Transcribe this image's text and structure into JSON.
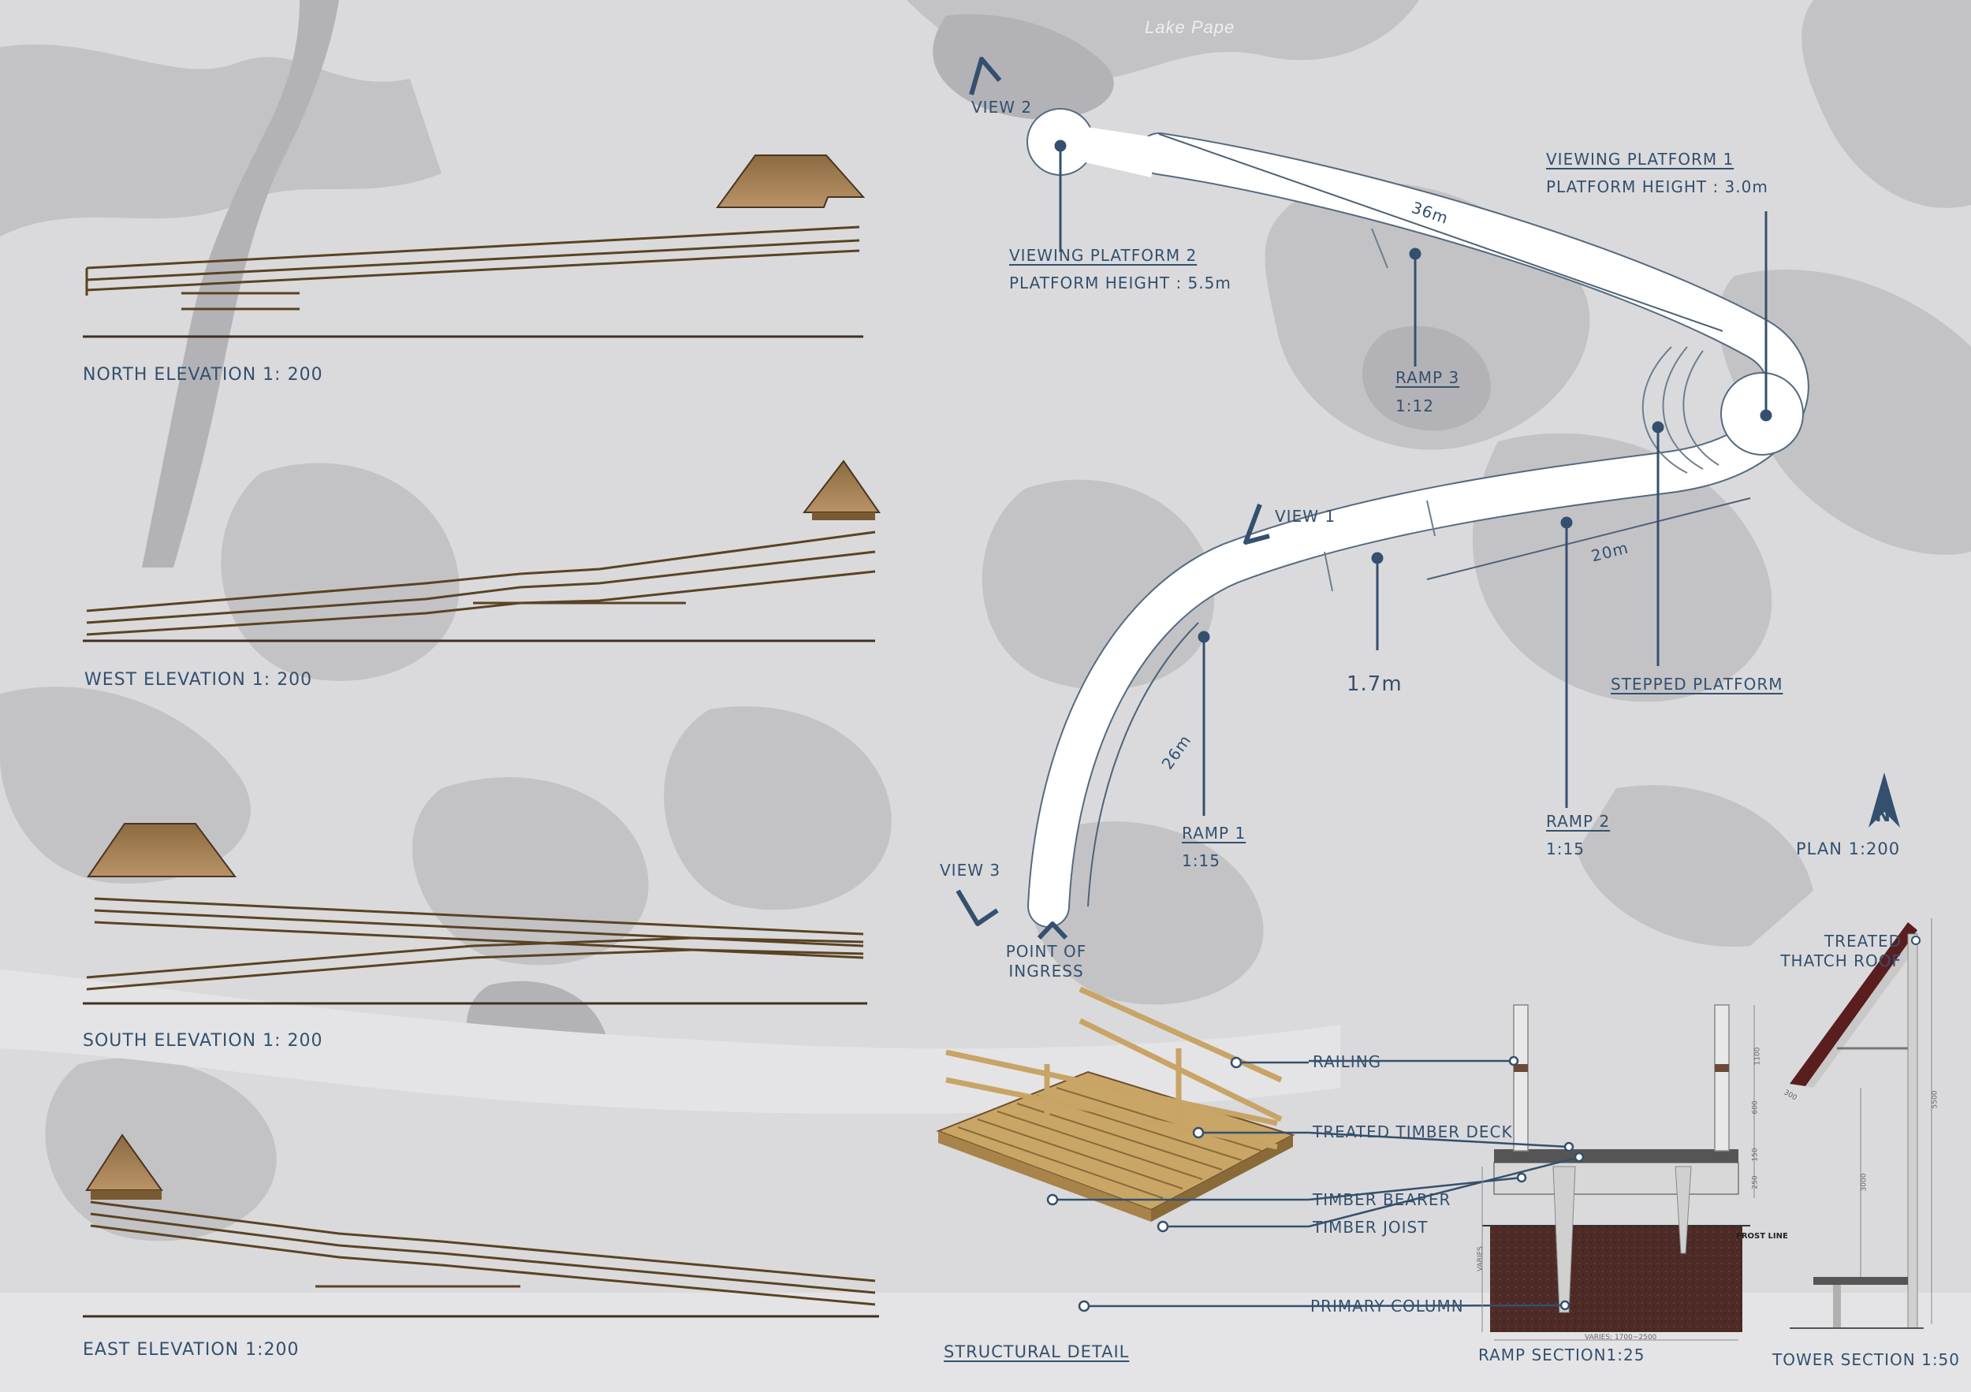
{
  "map": {
    "lake_name": "Lake Pape"
  },
  "elevations": {
    "north": "NORTH ELEVATION 1: 200",
    "west": "WEST ELEVATION 1: 200",
    "south": "SOUTH ELEVATION 1: 200",
    "east": "EAST ELEVATION 1:200"
  },
  "plan": {
    "title": "PLAN 1:200",
    "north_letter": "N",
    "views": {
      "view1": "VIEW 1",
      "view2": "VIEW 2",
      "view3": "VIEW 3"
    },
    "ingress": {
      "line1": "POINT OF",
      "line2": "INGRESS"
    },
    "vp1": {
      "title": "VIEWING PLATFORM 1",
      "height": "PLATFORM HEIGHT : 3.0m"
    },
    "vp2": {
      "title": "VIEWING PLATFORM 2",
      "height": "PLATFORM HEIGHT : 5.5m"
    },
    "ramp1": {
      "title": "RAMP 1",
      "ratio": "1:15"
    },
    "ramp2": {
      "title": "RAMP 2",
      "ratio": "1:15"
    },
    "ramp3": {
      "title": "RAMP 3",
      "ratio": "1:12"
    },
    "stepped": "STEPPED PLATFORM",
    "width_dim": "1.7m",
    "dims": {
      "d36": "36m",
      "d20": "20m",
      "d26": "26m"
    }
  },
  "structural": {
    "title": "STRUCTURAL DETAIL",
    "railing": "RAILING",
    "deck": "TREATED TIMBER DECK",
    "bearer": "TIMBER BEARER",
    "joist": "TIMBER JOIST",
    "column": "PRIMARY COLUMN"
  },
  "ramp_section": {
    "title": "RAMP SECTION1:25",
    "frost_line": "FROST LINE",
    "varies": "VARIES",
    "varies_width": "VARIES: 1700~2500",
    "dims": [
      "1100",
      "600",
      "150",
      "250"
    ]
  },
  "tower_section": {
    "title": "TOWER SECTION 1:50",
    "roof_line1": "TREATED",
    "roof_line2": "THATCH ROOF",
    "dims": [
      "5500",
      "3000",
      "300"
    ]
  }
}
